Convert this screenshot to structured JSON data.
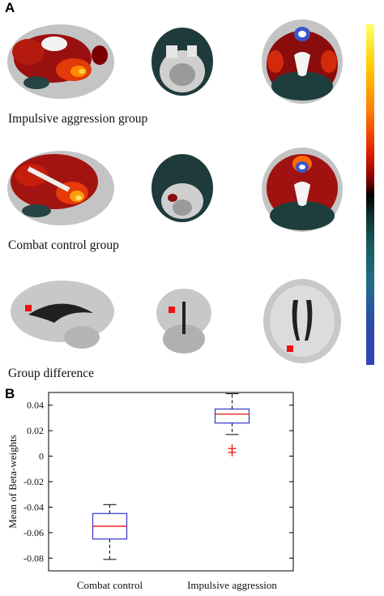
{
  "figure": {
    "panel_a": "A",
    "panel_b": "B",
    "groups": [
      {
        "label": "Impulsive aggression group"
      },
      {
        "label": "Combat control group"
      },
      {
        "label": "Group difference"
      }
    ],
    "colors": {
      "activation_hot": "#e8280a",
      "activation_peak": "#ffb000",
      "deactivation": "#1e3d3d",
      "negative_blue": "#3a56c8",
      "gray_matter": "#bdbdbd",
      "box_outline": "#3333cc",
      "median_line": "#ee2222"
    }
  },
  "chart_data": {
    "type": "box",
    "categories": [
      "Combat control",
      "Impulsive aggression"
    ],
    "ylabel": "Mean of Beta-weights",
    "xlabel": "",
    "ylim": [
      -0.09,
      0.05
    ],
    "yticks": [
      0.04,
      0.02,
      0,
      -0.02,
      -0.04,
      -0.06,
      -0.08
    ],
    "ytick_labels": [
      "0.04",
      "0.02",
      "0",
      "-0.02",
      "-0.04",
      "-0.06",
      "-0.08"
    ],
    "boxes": [
      {
        "category": "Combat control",
        "whisker_low": -0.081,
        "q1": -0.065,
        "median": -0.055,
        "q3": -0.045,
        "whisker_high": -0.038,
        "outliers": []
      },
      {
        "category": "Impulsive aggression",
        "whisker_low": 0.017,
        "q1": 0.026,
        "median": 0.033,
        "q3": 0.037,
        "whisker_high": 0.049,
        "outliers": [
          0.006,
          0.003
        ]
      }
    ]
  }
}
